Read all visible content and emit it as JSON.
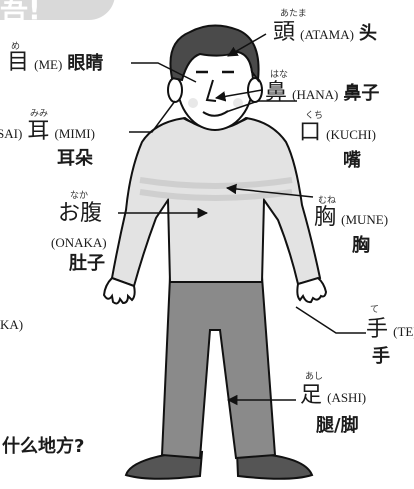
{
  "title": {
    "text": "吾!"
  },
  "labels": {
    "atama": {
      "furi": "あたま",
      "jp": "頭",
      "rom": "(ATAMA)",
      "cn": "头"
    },
    "me": {
      "furi": "め",
      "jp": "目",
      "rom": "(ME)",
      "cn": "眼睛"
    },
    "hana": {
      "furi": "はな",
      "jp": "鼻",
      "rom": "(HANA)",
      "cn": "鼻子"
    },
    "mimi": {
      "furi": "みみ",
      "jp": "耳",
      "rom_partial": "SAI)",
      "rom": "(MIMI)",
      "cn": "耳朵"
    },
    "kuchi": {
      "furi": "くち",
      "jp": "口",
      "rom": "(KUCHI)",
      "cn": "嘴"
    },
    "mune": {
      "furi": "むね",
      "jp": "胸",
      "rom": "(MUNE)",
      "cn": "胸"
    },
    "onaka": {
      "furi": "なか",
      "jp": "お腹",
      "rom": "(ONAKA)",
      "cn": "肚子"
    },
    "partial_left": {
      "rom": "KA)"
    },
    "te": {
      "furi": "て",
      "jp": "手",
      "rom": "(TE)",
      "cn": "手"
    },
    "ashi": {
      "furi": "あし",
      "jp": "足",
      "rom": "(ASHI)",
      "cn": "腿/脚"
    }
  },
  "bottom_question": "什么地方?",
  "colors": {
    "sweater": "#e3e3e3",
    "pants": "#8a8a8a",
    "shoes": "#555555",
    "hair": "#4a4a4a",
    "skin": "#ffffff",
    "title_bg": "#d9d9d9"
  }
}
